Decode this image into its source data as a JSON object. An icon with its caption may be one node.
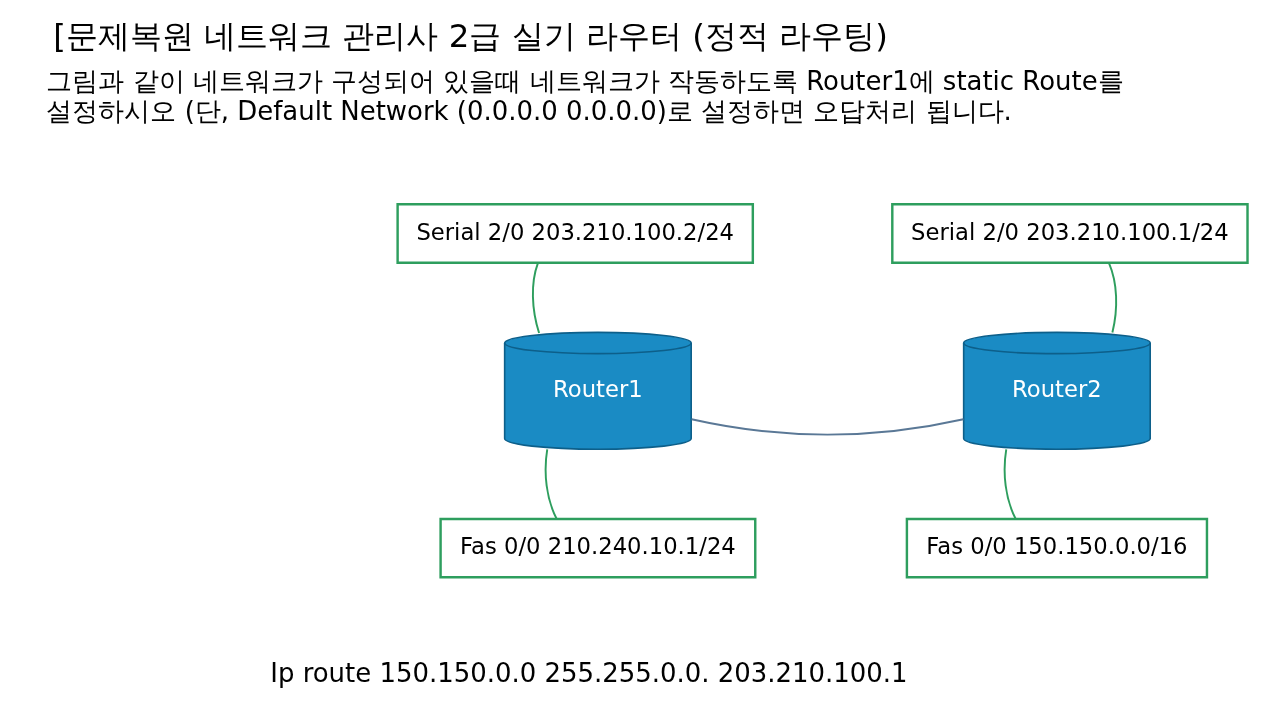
{
  "diagram": {
    "title": "[문제복원 네트워크 관리사 2급 실기 라우터 (정적 라우팅)",
    "nodes": [
      {
        "text": [
          "Serial 2/0 203.210.100.2/24"
        ]
      },
      {
        "text": [
          "Router1"
        ]
      },
      {
        "text": [
          "Serial 2/0 203.210.100.1/24"
        ]
      },
      {
        "text": [
          "Router2"
        ]
      },
      {
        "text": [
          "Fas 0/0 210.240.10.1/24"
        ]
      },
      {
        "text": [
          "Fas 0/0 150.150.0.0/16"
        ]
      }
    ],
    "edges": [
      {
        "from": 0,
        "to": 1,
        "arrow": "none"
      },
      {
        "from": 1,
        "to": 3,
        "arrow": "none",
        "color": "#5a7896"
      },
      {
        "from": 3,
        "to": 2,
        "arrow": "none"
      },
      {
        "from": 1,
        "to": 4,
        "arrow": "none"
      },
      {
        "from": 3,
        "to": 5,
        "arrow": "none"
      }
    ],
    "labels": [
      "그림과 같이 네트워크가 구성되어 있을때 네트워크가 작동하도록 Router1에 static Route를 설정하시오 (단, Default Network (0.0.0.0 0.0.0.0)로 설정하면 오답처리 됩니다.",
      "Ip route 150.150.0.0 255.255.0.0. 203.210.100.1"
    ]
  }
}
